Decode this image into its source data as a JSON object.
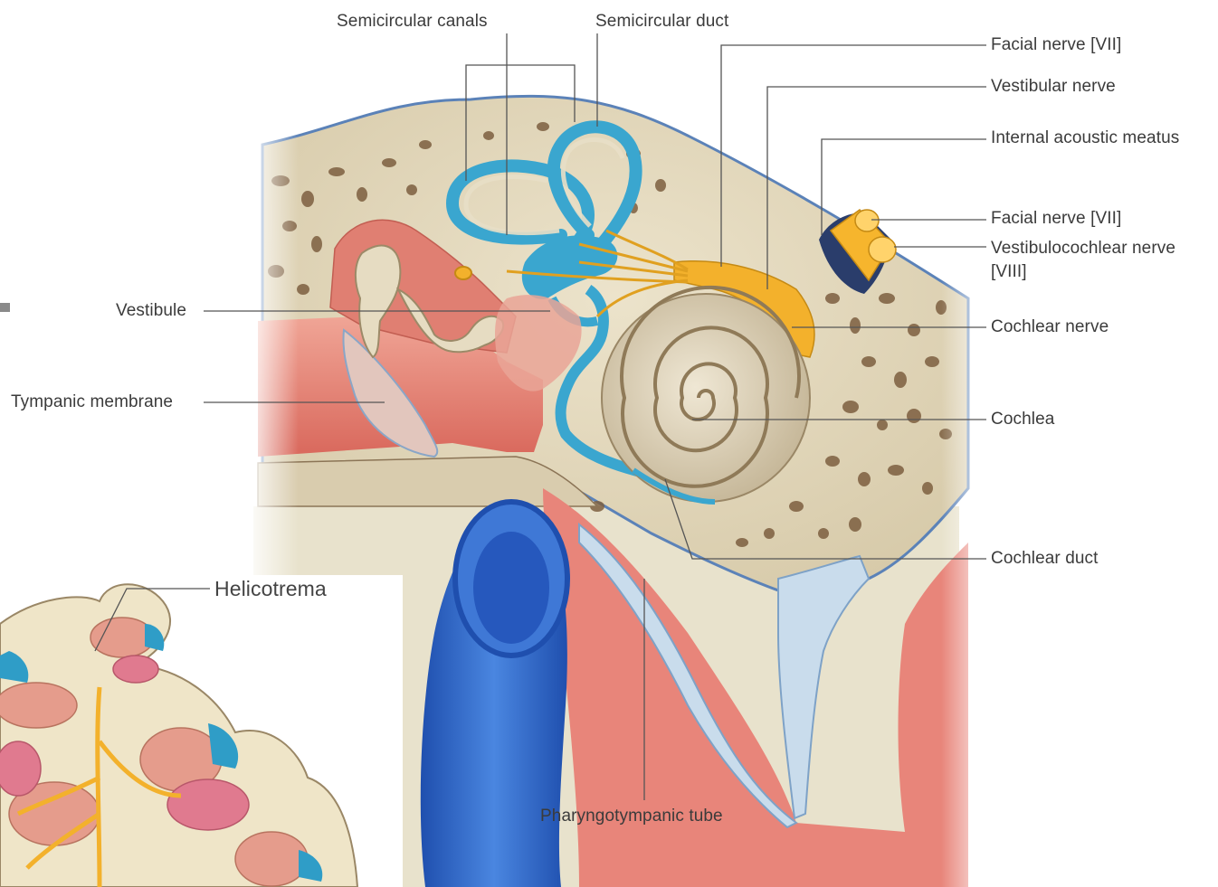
{
  "labels": {
    "semicircular_canals": "Semicircular canals",
    "semicircular_duct": "Semicircular duct",
    "facial_nerve_top": "Facial nerve [VII]",
    "vestibular_nerve": "Vestibular nerve",
    "internal_acoustic_meatus": "Internal acoustic meatus",
    "facial_nerve_cut": "Facial nerve [VII]",
    "vestibulocochlear_nerve_line1": "Vestibulocochlear nerve",
    "vestibulocochlear_nerve_line2": "[VIII]",
    "cochlear_nerve": "Cochlear nerve",
    "cochlea": "Cochlea",
    "cochlear_duct": "Cochlear duct",
    "pharyngotympanic_tube": "Pharyngotympanic tube",
    "vestibule": "Vestibule",
    "tympanic_membrane": "Tympanic membrane",
    "helicotrema": "Helicotrema"
  },
  "colors": {
    "bone": "#e2d7bb",
    "bone_holes": "#8b6f4e",
    "mucosa": "#e9877a",
    "membranous_labyrinth": "#3aa6cf",
    "nerve": "#f3b12c",
    "cochlea": "#d8cdb3",
    "tube_blue": "#2f63c6",
    "leader_line": "#555555"
  }
}
